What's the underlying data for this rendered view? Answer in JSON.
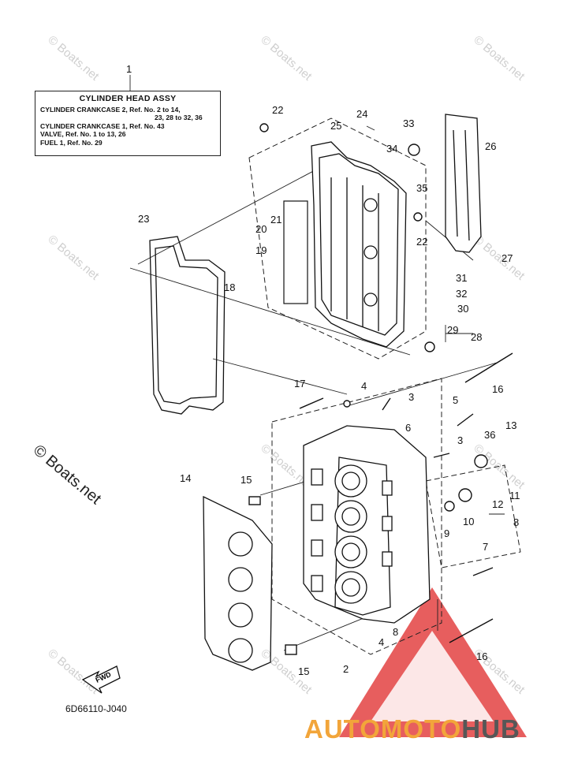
{
  "legend": {
    "title": "CYLINDER HEAD ASSY",
    "line1": "CYLINDER CRANKCASE 2,  Ref. No. 2 to 14,",
    "line2": "23, 28 to 32, 36",
    "line3": "CYLINDER CRANKCASE 1,  Ref. No. 43",
    "line4": "VALVE,  Ref. No. 1 to 13, 26",
    "line5": "FUEL 1,  Ref. No. 29"
  },
  "diagram_code": "6D66110-J040",
  "fwd_label": "FWD",
  "watermark_text": "© Boats.net",
  "big_watermark": "© Boats.net",
  "logo": {
    "part1": "AUTOMOTO",
    "part2": "HUB",
    "color1": "#f2a53a",
    "color2": "#575757",
    "triangle_color": "#e23b3b"
  },
  "callouts": [
    "1",
    "2",
    "3",
    "3",
    "4",
    "4",
    "5",
    "6",
    "7",
    "8",
    "8",
    "9",
    "10",
    "11",
    "12",
    "13",
    "14",
    "15",
    "15",
    "16",
    "16",
    "17",
    "18",
    "19",
    "20",
    "21",
    "22",
    "22",
    "23",
    "24",
    "25",
    "26",
    "27",
    "28",
    "29",
    "30",
    "31",
    "32",
    "33",
    "34",
    "35",
    "36"
  ]
}
